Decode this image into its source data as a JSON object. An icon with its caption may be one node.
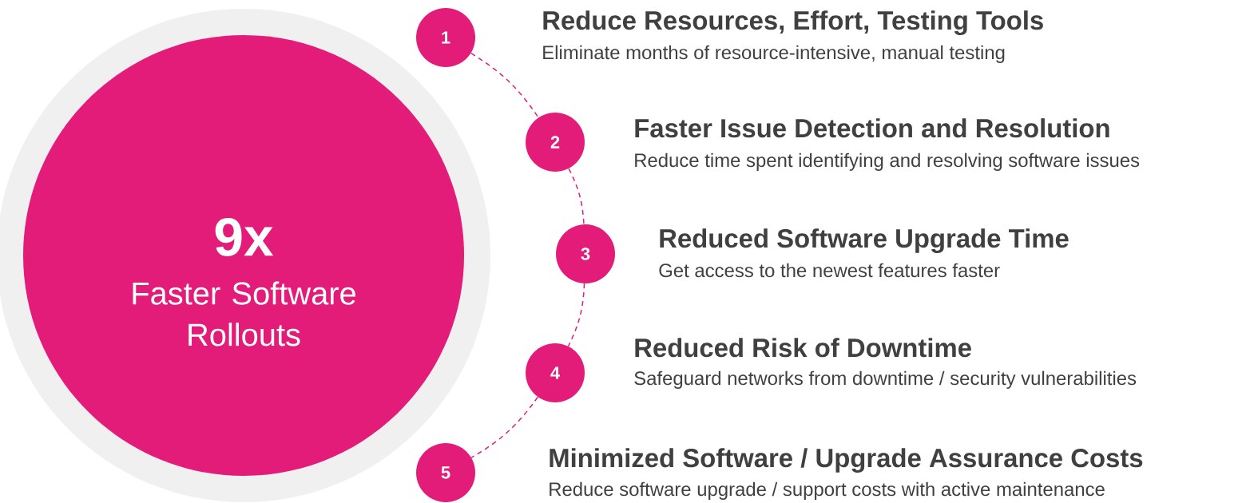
{
  "diagram": {
    "nodes": [
      {
        "text": [
          "9x",
          "Faster Software Rollouts"
        ]
      },
      {
        "text": [
          "1"
        ],
        "beside": [
          "Reduce Resources, Effort, Testing Tools",
          "Eliminate months of resource-intensive, manual testing"
        ]
      },
      {
        "text": [
          "2"
        ],
        "beside": [
          "Faster Issue Detection and Resolution",
          "Reduce time spent identifying and resolving software issues"
        ]
      },
      {
        "text": [
          "3"
        ],
        "beside": [
          "Reduced Software Upgrade Time",
          "Get access to the newest features faster"
        ]
      },
      {
        "text": [
          "4"
        ],
        "beside": [
          "Reduced Risk of Downtime",
          "Safeguard networks from downtime / security vulnerabilities"
        ]
      },
      {
        "text": [
          "5"
        ],
        "beside": [
          "Minimized Software / Upgrade Assurance Costs",
          "Reduce software upgrade / support costs with active maintenance"
        ]
      }
    ],
    "edges": [
      {
        "from": 1,
        "to": 2,
        "arrow": "none",
        "style": "dashed"
      },
      {
        "from": 2,
        "to": 3,
        "arrow": "none",
        "style": "dashed"
      },
      {
        "from": 3,
        "to": 4,
        "arrow": "none",
        "style": "dashed"
      },
      {
        "from": 4,
        "to": 5,
        "arrow": "none",
        "style": "dashed"
      }
    ]
  }
}
